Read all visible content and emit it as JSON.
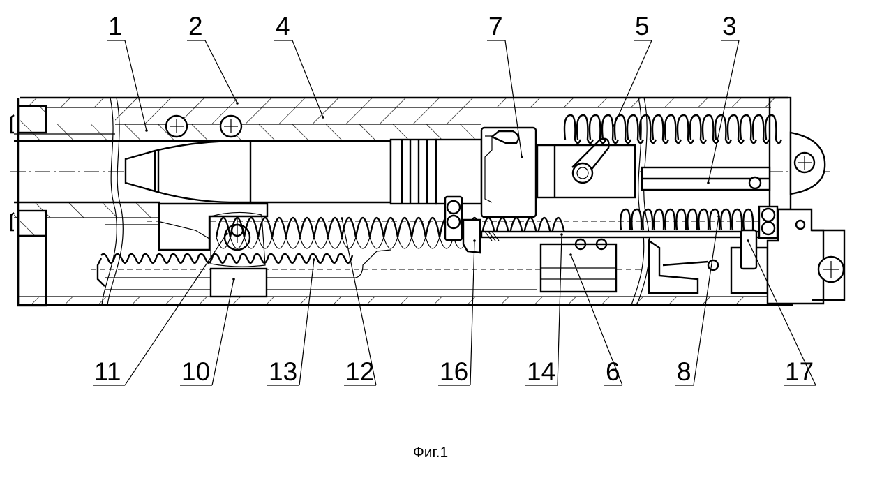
{
  "figure": {
    "caption": "Фиг.1",
    "description": "Longitudinal section of a cartridge feed mechanism in a tubular housing",
    "line_color": "#000000",
    "background": "#ffffff"
  },
  "callouts_top": [
    {
      "id": "1",
      "label": "1",
      "part": "barrel"
    },
    {
      "id": "2",
      "label": "2",
      "part": "housing"
    },
    {
      "id": "4",
      "label": "4",
      "part": "sleeve"
    },
    {
      "id": "7",
      "label": "7",
      "part": "bolt"
    },
    {
      "id": "5",
      "label": "5",
      "part": "return-spring"
    },
    {
      "id": "3",
      "label": "3",
      "part": "guide-rod"
    }
  ],
  "callouts_bottom": [
    {
      "id": "11",
      "label": "11",
      "part": "pinion-gear"
    },
    {
      "id": "10",
      "label": "10",
      "part": "gear-carrier"
    },
    {
      "id": "13",
      "label": "13",
      "part": "lower-rack"
    },
    {
      "id": "12",
      "label": "12",
      "part": "upper-rack"
    },
    {
      "id": "16",
      "label": "16",
      "part": "front-latch"
    },
    {
      "id": "14",
      "label": "14",
      "part": "rod"
    },
    {
      "id": "6",
      "label": "6",
      "part": "slider-block"
    },
    {
      "id": "8",
      "label": "8",
      "part": "lower-spring"
    },
    {
      "id": "17",
      "label": "17",
      "part": "rear-latch"
    }
  ]
}
